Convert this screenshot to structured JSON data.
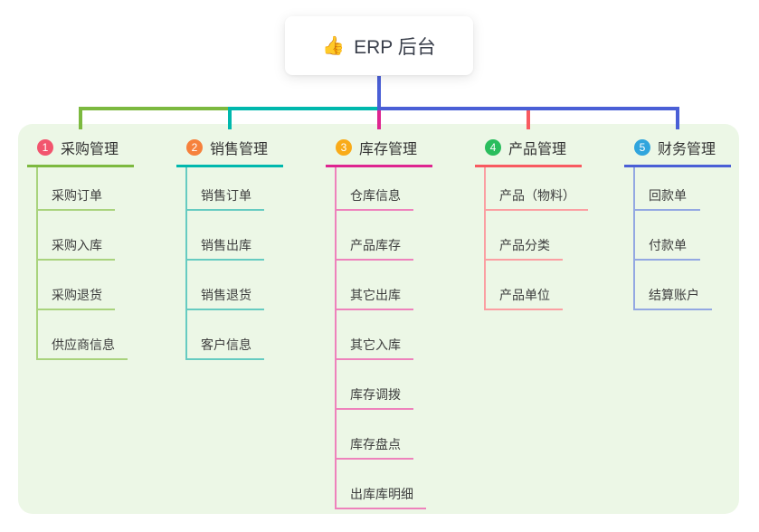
{
  "root": {
    "icon": "👍",
    "label": "ERP 后台"
  },
  "connector_color": "#4a5fd6",
  "panel_bg": "#ecf7e6",
  "branches": [
    {
      "num": "1",
      "label": "采购管理",
      "badge_color": "#f2556e",
      "line_color": "#7cb93f",
      "sub_line_color": "#a9d37d",
      "children": [
        "采购订单",
        "采购入库",
        "采购退货",
        "供应商信息"
      ]
    },
    {
      "num": "2",
      "label": "销售管理",
      "badge_color": "#f6813c",
      "line_color": "#00b8ad",
      "sub_line_color": "#66cbc1",
      "children": [
        "销售订单",
        "销售出库",
        "销售退货",
        "客户信息"
      ]
    },
    {
      "num": "3",
      "label": "库存管理",
      "badge_color": "#f9ab19",
      "line_color": "#de2590",
      "sub_line_color": "#ee82bc",
      "children": [
        "仓库信息",
        "产品库存",
        "其它出库",
        "其它入库",
        "库存调拨",
        "库存盘点",
        "出库库明细"
      ]
    },
    {
      "num": "4",
      "label": "产品管理",
      "badge_color": "#2abd5d",
      "line_color": "#f85a60",
      "sub_line_color": "#fb9fa2",
      "children": [
        "产品（物料）",
        "产品分类",
        "产品单位"
      ]
    },
    {
      "num": "5",
      "label": "财务管理",
      "badge_color": "#30a5dd",
      "line_color": "#4a5fd6",
      "sub_line_color": "#93a8e2",
      "children": [
        "回款单",
        "付款单",
        "结算账户"
      ]
    }
  ]
}
